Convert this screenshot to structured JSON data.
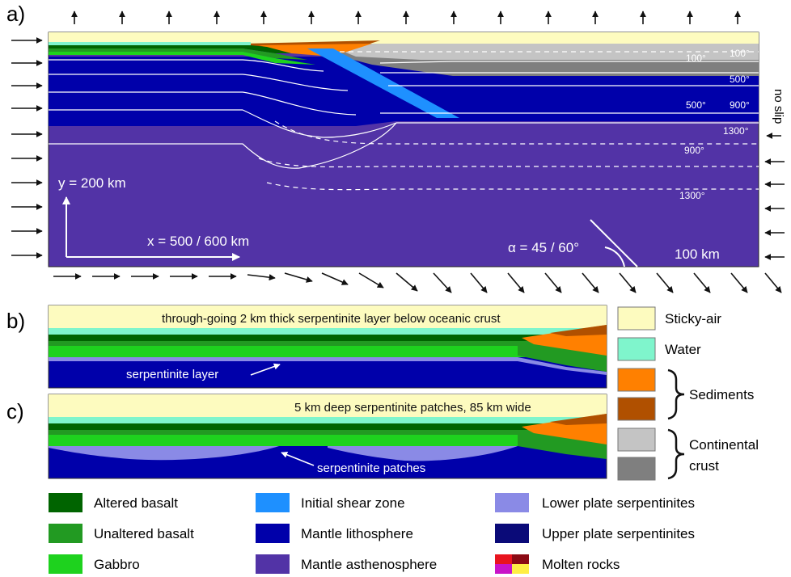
{
  "panels": {
    "a": {
      "label": "a)",
      "right_side": "no slip",
      "y_axis": "y = 200 km",
      "x_axis": "x = 500 / 600 km",
      "angle": "α = 45 / 60°",
      "scale": "100 km",
      "iso_labels": [
        "100°",
        "100°",
        "500°",
        "500°",
        "900°",
        "1300°",
        "900°",
        "1300°"
      ]
    },
    "b": {
      "label": "b)",
      "title": "through-going 2 km thick serpentinite layer below oceanic crust",
      "annotation": "serpentinite layer"
    },
    "c": {
      "label": "c)",
      "title": "5 km deep serpentinite patches, 85 km wide",
      "annotation": "serpentinite patches"
    }
  },
  "side_legend": [
    {
      "label": "Sticky-air",
      "colors": [
        "#fdfbbf"
      ]
    },
    {
      "label": "Water",
      "colors": [
        "#7ff5cc"
      ]
    },
    {
      "label": "Sediments",
      "colors": [
        "#ff8000",
        "#b05000"
      ]
    },
    {
      "label": "Continental crust",
      "label_line1": "Continental",
      "label_line2": "crust",
      "colors": [
        "#c4c4c4",
        "#7f7f7f"
      ]
    }
  ],
  "bottom_legend": [
    {
      "label": "Altered basalt",
      "color": "#006400"
    },
    {
      "label": "Unaltered basalt",
      "color": "#229a22"
    },
    {
      "label": "Gabbro",
      "color": "#1ed21e"
    },
    {
      "label": "Initial shear zone",
      "color": "#1e90ff"
    },
    {
      "label": "Mantle lithosphere",
      "color": "#0000aa"
    },
    {
      "label": "Mantle asthenosphere",
      "color": "#5233a6"
    },
    {
      "label": "Lower plate serpentinites",
      "color": "#8a8ae6"
    },
    {
      "label": "Upper plate serpentinites",
      "color": "#0a0a78"
    },
    {
      "label": "Molten rocks",
      "colors": [
        "#e8141e",
        "#8b0a14",
        "#c814c8",
        "#ffee44"
      ]
    }
  ]
}
